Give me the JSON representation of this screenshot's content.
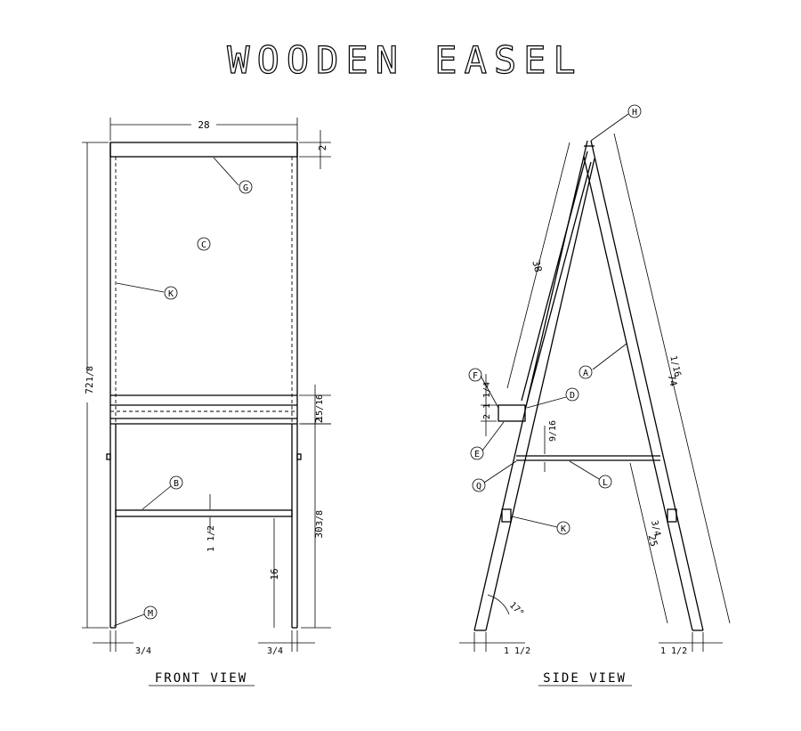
{
  "title": "WOODEN EASEL",
  "views": {
    "front": "FRONT VIEW",
    "side": "SIDE VIEW"
  },
  "front": {
    "width": "28",
    "height_whole": "72",
    "height_frac": "1/8",
    "top_rail": "2",
    "ledge_frac": "15/16",
    "ledge_2": "2",
    "leg_height_whole": "30",
    "leg_height_frac": "3/8",
    "stretcher_frac": "1 1/2",
    "stretcher_height": "16",
    "leg_left_frac": "3/4",
    "leg_right_frac": "3/4",
    "callouts": {
      "g": "G",
      "c": "C",
      "k": "K",
      "b": "B",
      "m": "M"
    }
  },
  "side": {
    "upper_len": "38",
    "leg_len_whole": "74",
    "leg_len_frac": "1/16",
    "ledge_lip": "1 1/4",
    "ledge_depth": "2",
    "spreader_frac": "9/16",
    "lower_len_whole": "25",
    "lower_len_frac": "3/4",
    "angle": "17°",
    "foot_left": "1 1/2",
    "foot_right": "1 1/2",
    "callouts": {
      "h": "H",
      "f": "F",
      "d": "D",
      "a": "A",
      "e": "E",
      "q": "Q",
      "l": "L",
      "k": "K"
    }
  }
}
